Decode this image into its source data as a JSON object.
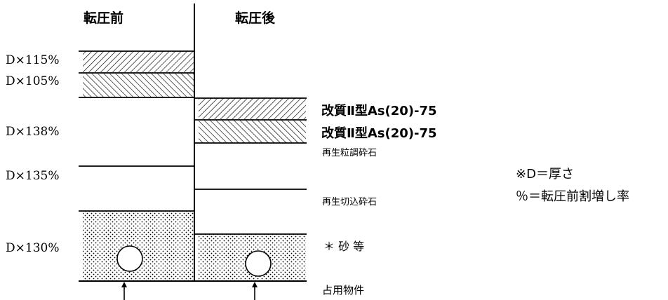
{
  "headers": {
    "before": "転圧前",
    "after": "転圧後"
  },
  "before_labels": [
    "D×115%",
    "D×105%",
    "D×138%",
    "D×135%",
    "D×130%"
  ],
  "layer_labels": {
    "surface": "改質Ⅱ型As(20)-75",
    "binder": "改質Ⅱ型As(20)-75",
    "base": "再生粒調砕石",
    "subbase": "再生切込砕石",
    "sand": "＊ 砂 等",
    "occupancy": "占用物件"
  },
  "notes": {
    "line1": "※D＝厚さ",
    "line2": "％＝転圧前割増し率"
  }
}
